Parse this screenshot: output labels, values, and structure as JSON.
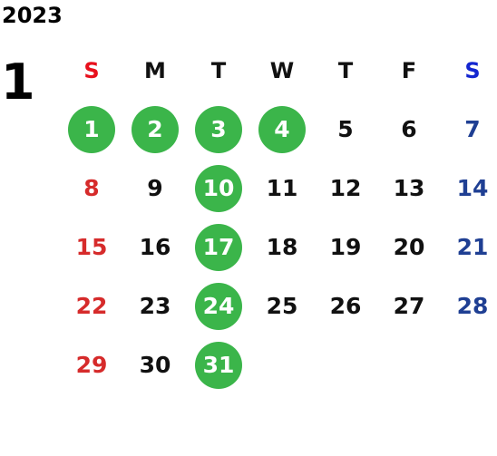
{
  "calendar": {
    "year": "2023",
    "month": "1",
    "weekdays": [
      {
        "label": "S",
        "color": "#e8101d"
      },
      {
        "label": "M",
        "color": "#111111"
      },
      {
        "label": "T",
        "color": "#111111"
      },
      {
        "label": "W",
        "color": "#111111"
      },
      {
        "label": "T",
        "color": "#111111"
      },
      {
        "label": "F",
        "color": "#111111"
      },
      {
        "label": "S",
        "color": "#1426d0"
      }
    ],
    "highlight_color": "#3bb54a",
    "day_colors": {
      "sunday": "#d62b2b",
      "weekday": "#111111",
      "saturday": "#1f3f93",
      "highlighted_text": "#ffffff"
    },
    "highlighted_days": [
      "1",
      "2",
      "3",
      "4",
      "10",
      "17",
      "24",
      "31"
    ],
    "weeks": [
      [
        "1",
        "2",
        "3",
        "4",
        "5",
        "6",
        "7"
      ],
      [
        "8",
        "9",
        "10",
        "11",
        "12",
        "13",
        "14"
      ],
      [
        "15",
        "16",
        "17",
        "18",
        "19",
        "20",
        "21"
      ],
      [
        "22",
        "23",
        "24",
        "25",
        "26",
        "27",
        "28"
      ],
      [
        "29",
        "30",
        "31",
        "",
        "",
        "",
        ""
      ]
    ]
  }
}
